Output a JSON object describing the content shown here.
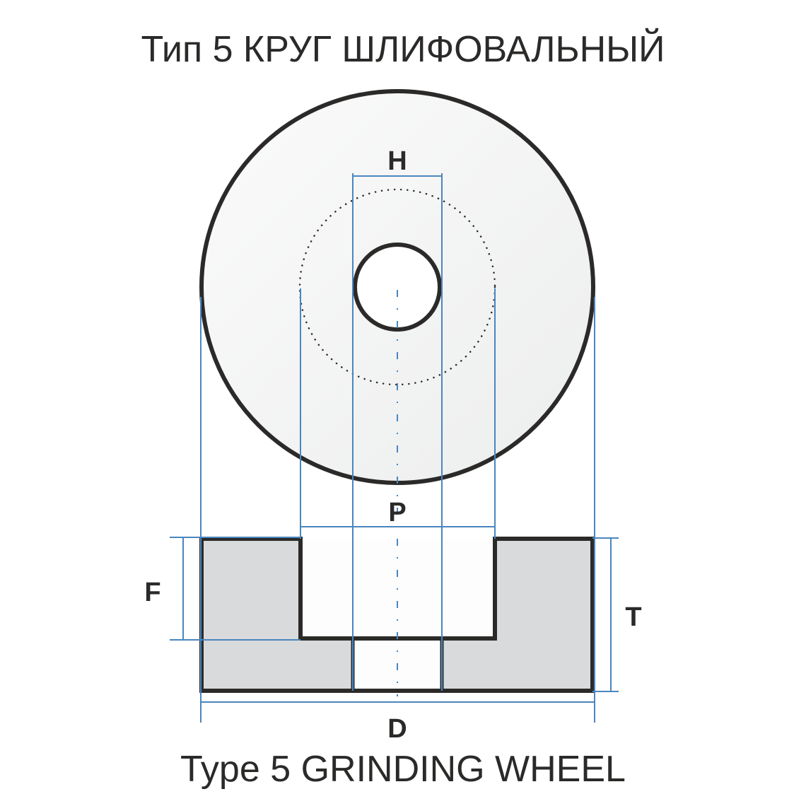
{
  "title_ru": "Тип 5  КРУГ ШЛИФОВАЛЬНЫЙ",
  "title_en": "Type 5  GRINDING WHEEL",
  "labels": {
    "H": "H",
    "P": "P",
    "F": "F",
    "T": "T",
    "D": "D"
  },
  "colors": {
    "outline": "#2b2a29",
    "dimension_line": "#4a86bf",
    "section_fill": "#d9dadb",
    "face_fill": "#f2f3f3",
    "hole_fill": "#ffffff"
  }
}
